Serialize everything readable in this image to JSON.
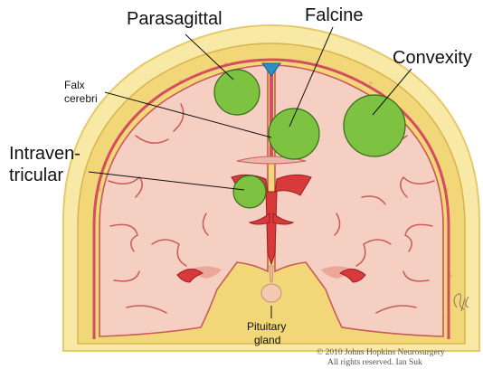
{
  "labels": {
    "parasagittal": "Parasagittal",
    "falcine": "Falcine",
    "convexity": "Convexity",
    "falx_line1": "Falx",
    "falx_line2": "cerebri",
    "intraventricular_line1": "Intraven-",
    "intraventricular_line2": "tricular",
    "pituitary_line1": "Pituitary",
    "pituitary_line2": "gland"
  },
  "copyright": {
    "line1": "© 2010 Johns Hopkins Neurosurgery",
    "line2": "All rights reserved. Ian Suk"
  },
  "signature": "Suk",
  "colors": {
    "tumor": "#7ec241",
    "tumor_edge": "#3a6a1a",
    "brain": "#f6cfc3",
    "cortex_edge": "#c95a55",
    "bone": "#f2d779",
    "scalp": "#f8e9a6",
    "dura": "#d44d62",
    "ventricle": "#d8393a",
    "sinus": "#2a8fc4"
  }
}
